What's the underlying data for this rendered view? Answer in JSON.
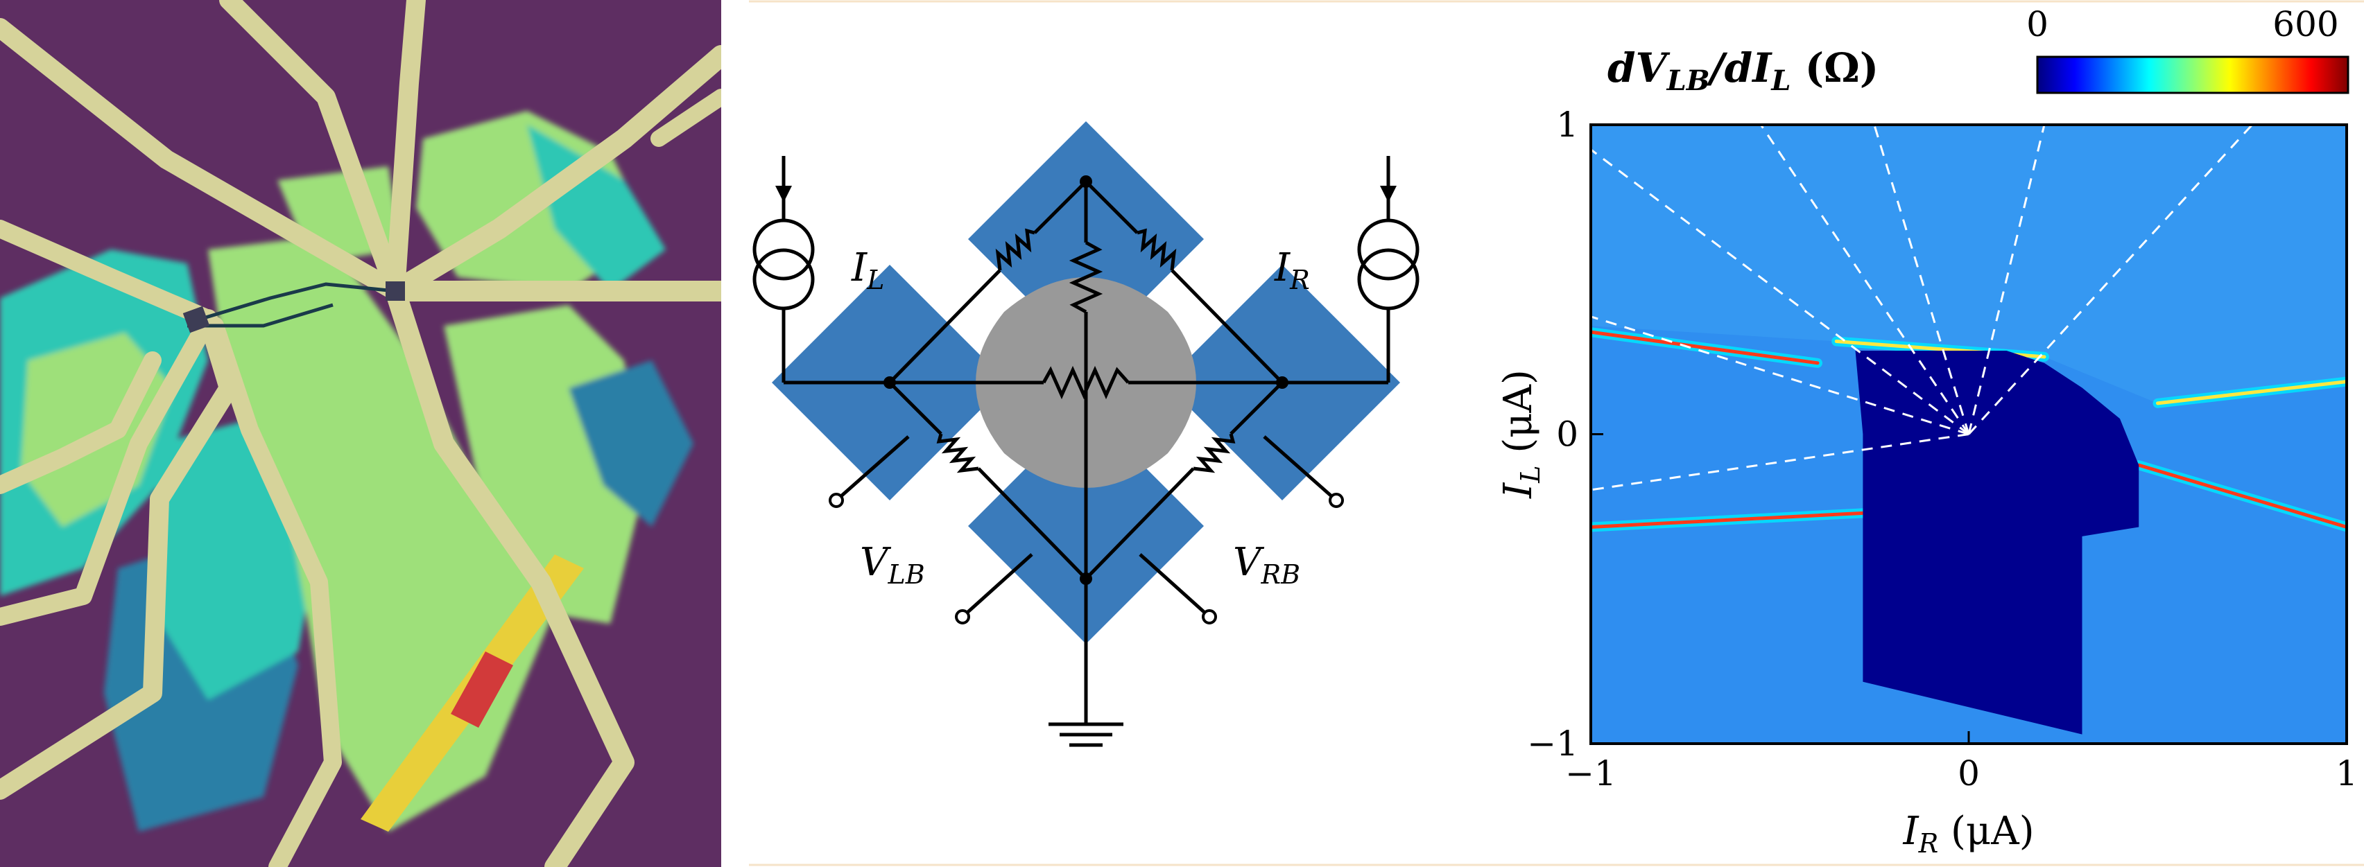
{
  "panels": {
    "micrograph": {
      "colors": {
        "substrate": "#5e2e62",
        "electrode": "#d6d39a",
        "flake_green": "#9ee07a",
        "flake_teal": "#2ec7b4",
        "flake_blue": "#2b7fa6",
        "stripe_red": "#d23a3a",
        "stripe_yellow": "#e8cf3a"
      }
    },
    "circuit": {
      "labels": {
        "i_left_sym": "I",
        "i_left_sub": "L",
        "i_right_sym": "I",
        "i_right_sub": "R",
        "v_left_sym": "V",
        "v_left_sub": "LB",
        "v_right_sym": "V",
        "v_right_sub": "RB"
      },
      "colors": {
        "pad": "#3a7bbb",
        "center": "#999999",
        "wire": "#000000"
      },
      "icons": [
        "current-source-icon",
        "resistor-icon",
        "ground-icon",
        "terminal-icon"
      ]
    },
    "colormap": {
      "title_parts": [
        "dV",
        "LB",
        "/dI",
        "L",
        " (Ω)"
      ],
      "colorbar": {
        "min_label": "0",
        "max_label": "600",
        "min": 0,
        "max": 600,
        "palette": "jet"
      },
      "x_axis": {
        "sym": "I",
        "sub": "R",
        "unit": " (μA)",
        "ticks": [
          "−1",
          "0",
          "1"
        ]
      },
      "y_axis": {
        "sym": "I",
        "sub": "L",
        "unit": " (μA)",
        "ticks": [
          "−1",
          "0",
          "1"
        ]
      },
      "colors": {
        "background": "#2f8ef0",
        "superconducting": "#00008e",
        "dashed": "#ffffff"
      }
    }
  },
  "chart_data": {
    "type": "heatmap",
    "title": "dV_LB/dI_L (Ω)",
    "xlabel": "I_R (μA)",
    "ylabel": "I_L (μA)",
    "xlim": [
      -1,
      1
    ],
    "ylim": [
      -1,
      1
    ],
    "xticks": [
      -1,
      0,
      1
    ],
    "yticks": [
      -1,
      0,
      1
    ],
    "colorbar": {
      "range": [
        0,
        600
      ],
      "colormap": "jet",
      "ticks": [
        0,
        600
      ]
    },
    "zero_resistance_region": [
      [
        -0.3,
        0.27
      ],
      [
        0.1,
        0.27
      ],
      [
        0.2,
        0.23
      ],
      [
        0.3,
        0.15
      ],
      [
        0.4,
        0.05
      ],
      [
        0.45,
        -0.1
      ],
      [
        0.45,
        -0.3
      ],
      [
        0.3,
        -0.33
      ],
      [
        0.3,
        -0.97
      ],
      [
        -0.28,
        -0.8
      ],
      [
        -0.28,
        0.0
      ],
      [
        -0.3,
        0.27
      ]
    ],
    "high_resistance_bands": [
      {
        "from": [
          -1,
          0.33
        ],
        "to": [
          -0.4,
          0.23
        ]
      },
      {
        "from": [
          -1,
          -0.3
        ],
        "to": [
          -0.2,
          -0.25
        ]
      },
      {
        "from": [
          0.45,
          -0.1
        ],
        "to": [
          1,
          -0.3
        ]
      },
      {
        "from": [
          0.5,
          0.1
        ],
        "to": [
          1,
          0.17
        ]
      },
      {
        "from": [
          -0.35,
          0.3
        ],
        "to": [
          0.2,
          0.25
        ]
      }
    ],
    "dashed_lines_origin": [
      0,
      0
    ],
    "dashed_lines_targets": [
      [
        -1,
        0.92
      ],
      [
        -1,
        0.38
      ],
      [
        -1,
        -0.18
      ],
      [
        -0.55,
        1
      ],
      [
        -0.25,
        1
      ],
      [
        0.2,
        1
      ],
      [
        0.75,
        1
      ]
    ]
  }
}
